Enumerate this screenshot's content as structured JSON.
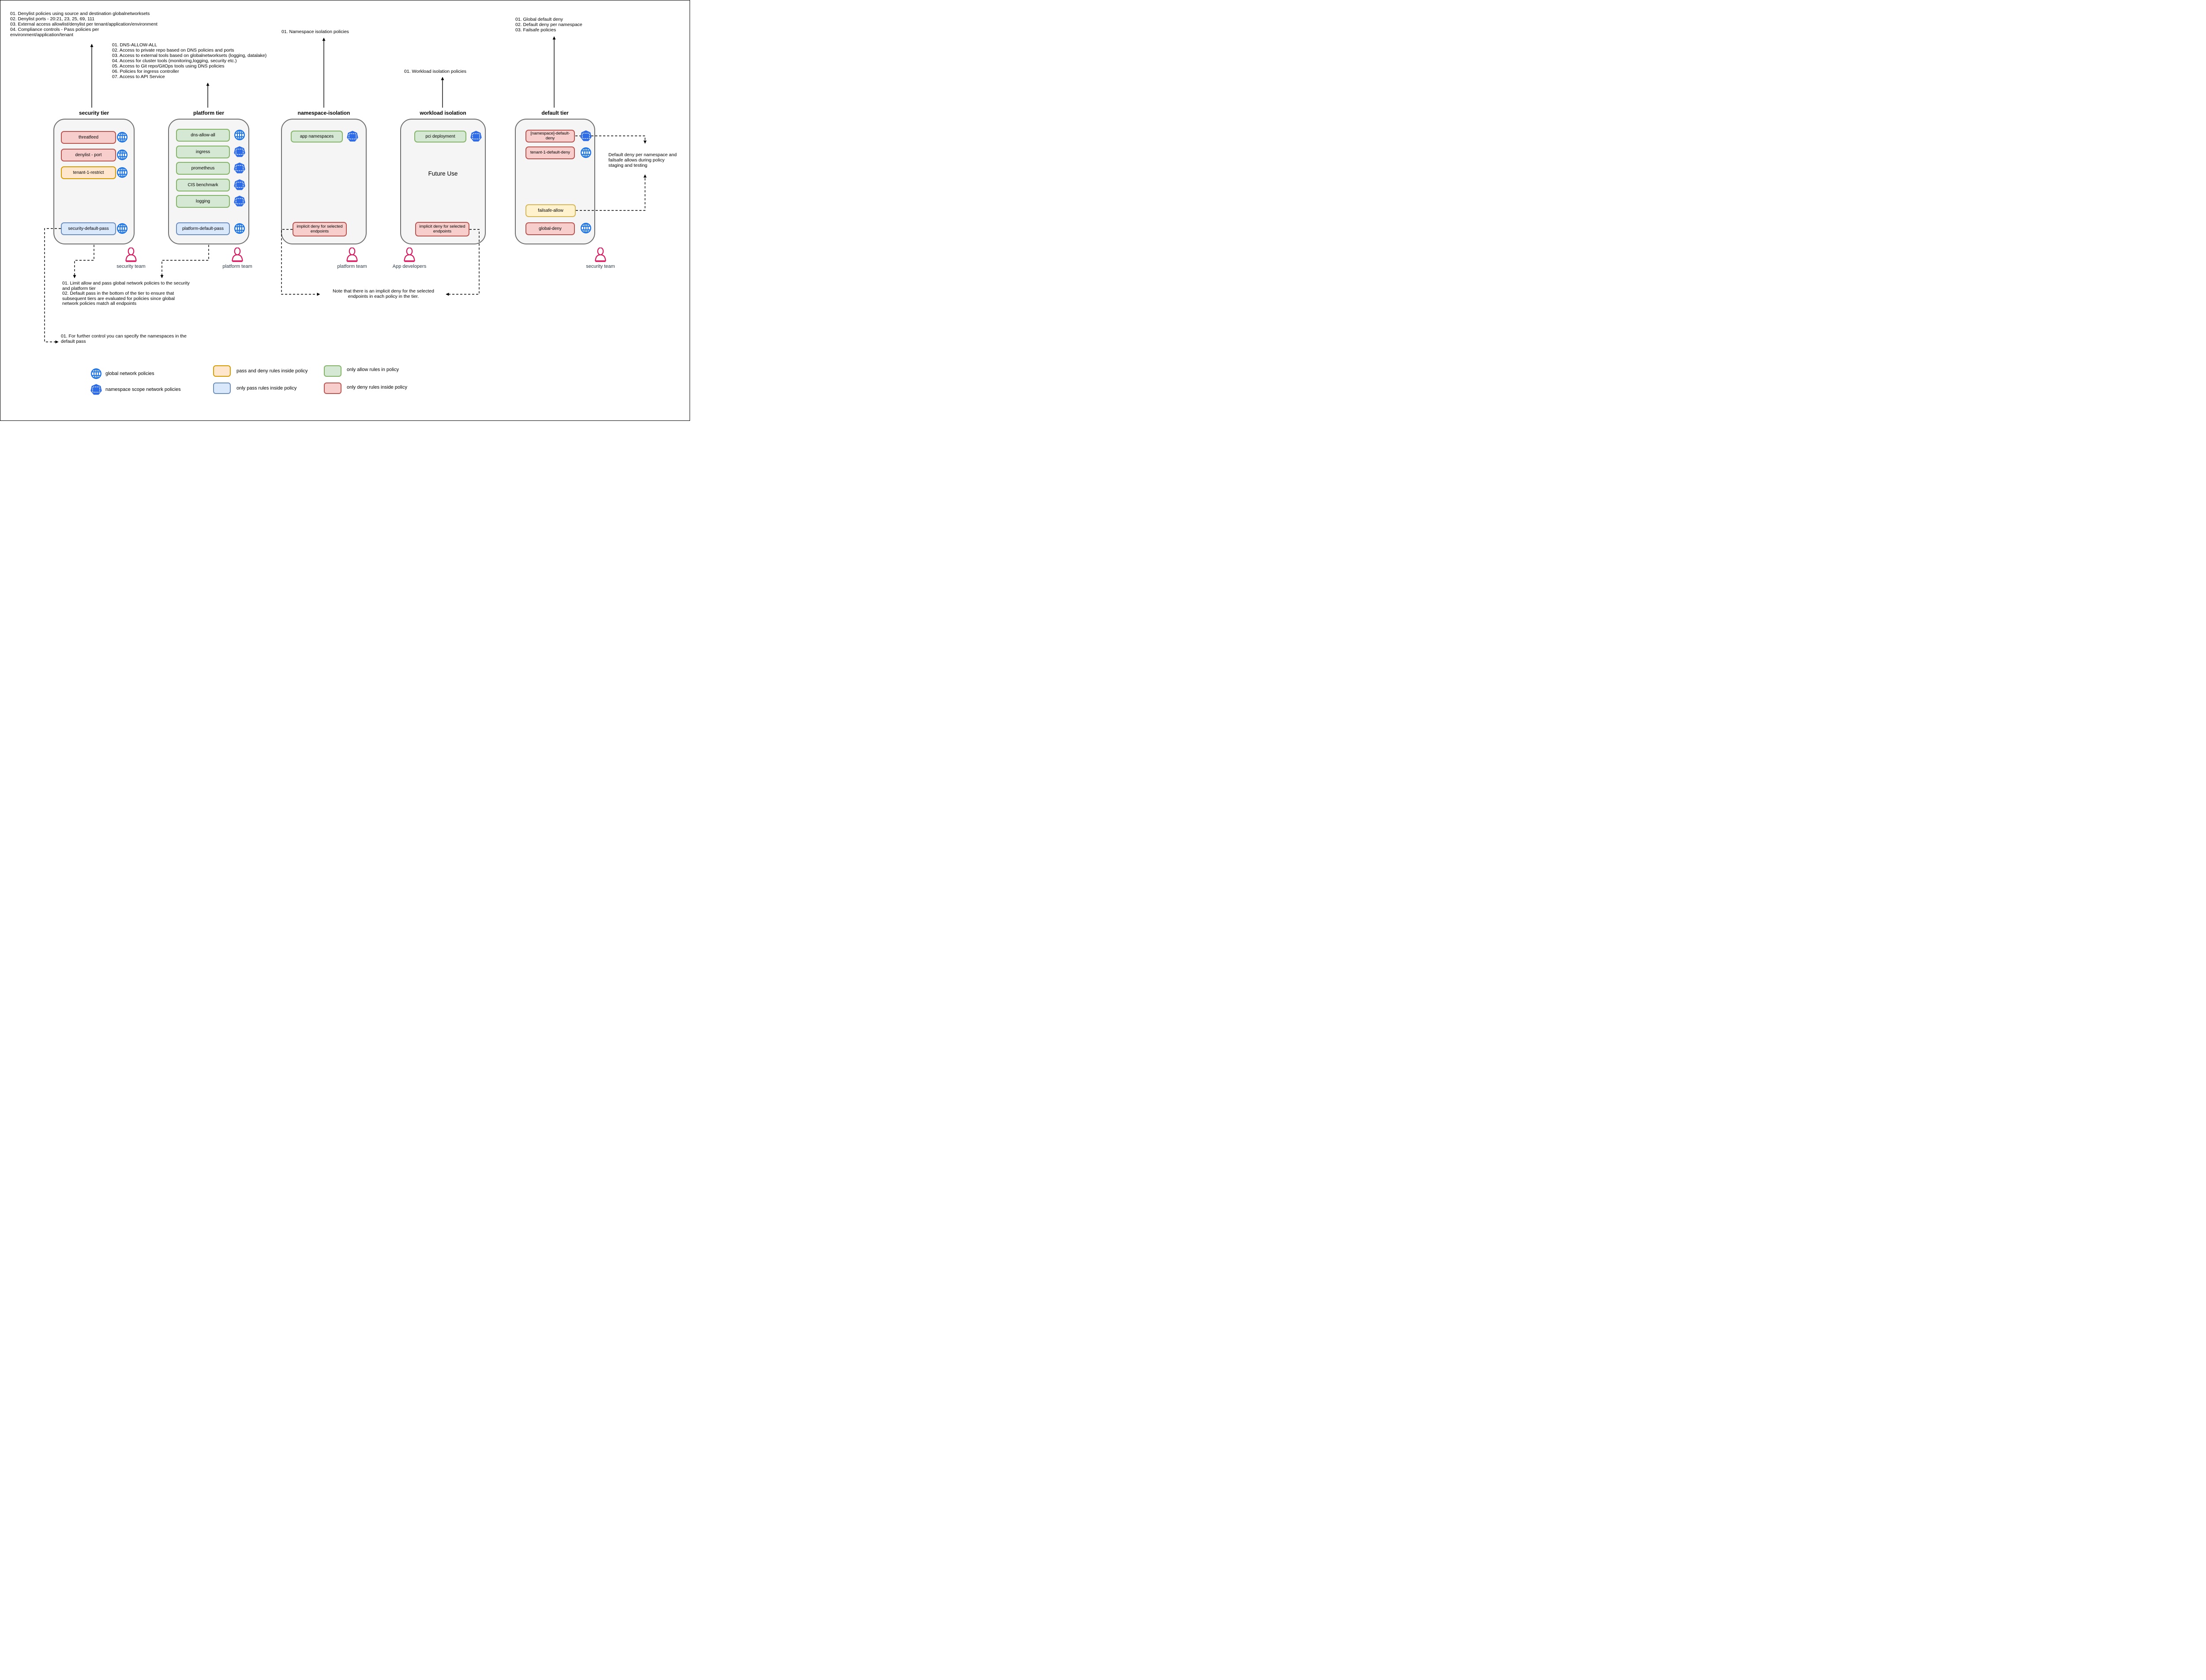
{
  "notes": {
    "security_tier_top": "01. Denylist policies using source and destination globalnetworksets\n02. Denylist ports - 20:21, 23, 25, 69, 111\n03. External access allowlist/denylist per tenant/application/environment\n04. Compliance controls - Pass policies per\nenvironment/application/tenant",
    "platform_tier_top": "01. DNS-ALLOW-ALL\n02. Access to private repo based on DNS policies and ports\n03. Access to external tools based on globalnetworksets (logging, datalake)\n04. Access for cluster tools (monitoring,logging, security etc.)\n05. Access to Git repo/GitOps tools using DNS policies\n06. Policies for ingress controller\n07. Access to API Service",
    "namespace_top": "01. Namespace isolation policies",
    "workload_top": "01. Workload isolation policies",
    "default_tier_top": "01. Global default deny\n02. Default deny per namespace\n03. Failsafe policies",
    "pass_limits": "01. Limit allow and pass global network policies to the security\nand platform tier\n02. Default pass in the bottom of the tier to ensure that\nsubsequent tiers are evaluated for policies since global\nnetwork policies match all endpoints",
    "further_control": "01. For further control you can specify the namespaces in the\ndefault pass",
    "implicit_deny_note": "Note that there is an implicit deny for the selected\nendpoints in each policy in the tier.",
    "default_deny_failsafe": "Default deny per namespace and\nfailsafe allows during policy\nstaging and testing"
  },
  "tiers": [
    {
      "title": "security tier",
      "team": "security team",
      "policies": [
        {
          "label": "threatfeed",
          "rule_type": "only deny",
          "scope": "global"
        },
        {
          "label": "denylist - port",
          "rule_type": "only deny",
          "scope": "global"
        },
        {
          "label": "tenant-1-restrict",
          "rule_type": "pass and deny",
          "scope": "global"
        },
        {
          "label": "security-default-pass",
          "rule_type": "only pass",
          "scope": "global"
        }
      ]
    },
    {
      "title": "platform tier",
      "team": "platform team",
      "policies": [
        {
          "label": "dns-allow-all",
          "rule_type": "only allow",
          "scope": "global"
        },
        {
          "label": "ingress",
          "rule_type": "only allow",
          "scope": "namespace"
        },
        {
          "label": "prometheus",
          "rule_type": "only allow",
          "scope": "namespace"
        },
        {
          "label": "CIS benchmark",
          "rule_type": "only allow",
          "scope": "namespace"
        },
        {
          "label": "logging",
          "rule_type": "only allow",
          "scope": "namespace"
        },
        {
          "label": "platform-default-pass",
          "rule_type": "only pass",
          "scope": "global"
        }
      ]
    },
    {
      "title": "namespace-isolation",
      "team": "platform team",
      "policies": [
        {
          "label": "app namespaces",
          "rule_type": "only allow",
          "scope": "namespace"
        },
        {
          "label": "implicit deny for selected\nendpoints",
          "rule_type": "only deny",
          "scope": "tier"
        }
      ]
    },
    {
      "title": "workload isolation",
      "team": "App developers",
      "center_label": "Future Use",
      "policies": [
        {
          "label": "pci deployment",
          "rule_type": "only allow",
          "scope": "namespace"
        },
        {
          "label": "implicit deny for selected\nendpoints",
          "rule_type": "only deny",
          "scope": "tier"
        }
      ]
    },
    {
      "title": "default tier",
      "team": "security team",
      "policies": [
        {
          "label": "[namespace]-default-deny",
          "rule_type": "only deny",
          "scope": "namespace"
        },
        {
          "label": "tenant-1-default-deny",
          "rule_type": "only deny",
          "scope": "global"
        },
        {
          "label": "failsafe-allow",
          "rule_type": "pass and deny",
          "scope": "tier"
        },
        {
          "label": "global-deny",
          "rule_type": "only deny",
          "scope": "global"
        }
      ]
    }
  ],
  "legend": {
    "items": [
      {
        "icon": "globe-icon",
        "label": "global network policies"
      },
      {
        "icon": "namespace-icon",
        "label": "namespace scope network policies"
      },
      {
        "swatch": "orange",
        "label": "pass and deny rules inside policy"
      },
      {
        "swatch": "blue",
        "label": "only pass rules inside policy"
      },
      {
        "swatch": "green",
        "label": "only allow rules in policy"
      },
      {
        "swatch": "red",
        "label": "only deny rules inside policy"
      }
    ]
  },
  "colors": {
    "deny_fill": "#f8cecc",
    "deny_border": "#b85450",
    "allow_fill": "#d5e8d4",
    "allow_border": "#82b366",
    "pass_fill": "#dae8fc",
    "pass_border": "#6c8ebf",
    "orange_fill": "#ffe6cc",
    "orange_border": "#d79b00",
    "yellow_fill": "#fff2cc",
    "yellow_border": "#d6b656",
    "container_fill": "#f5f5f5",
    "container_border": "#6e6e6e",
    "global_icon_blue": "#1a73e8",
    "namespace_icon_blue": "#2e6be6",
    "person_pink": "#d81b60",
    "team_label_color": "#2b3a4a"
  }
}
